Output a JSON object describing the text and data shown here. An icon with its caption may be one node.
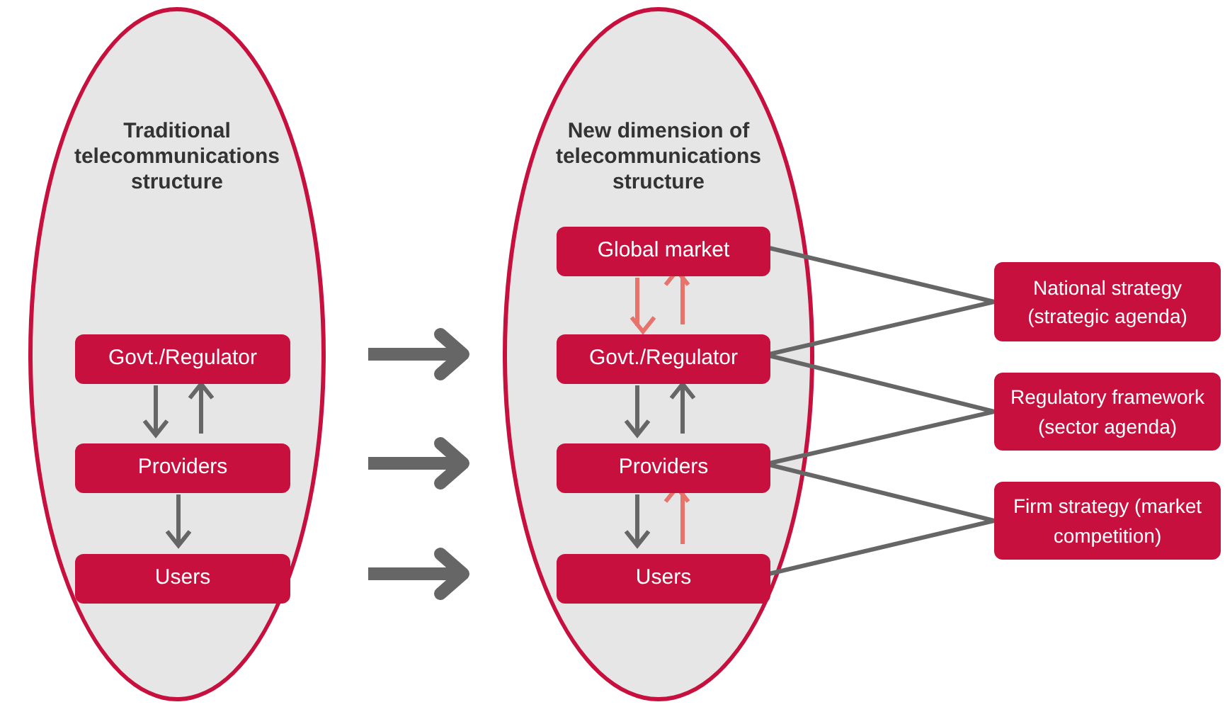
{
  "diagram": {
    "nodes": [
      {
        "text": [
          "Traditional telecommunications structure"
        ]
      },
      {
        "text": [
          "Govt./Regulator"
        ],
        "in": 0
      },
      {
        "text": [
          "Providers"
        ],
        "in": 0
      },
      {
        "text": [
          "Users"
        ],
        "in": 0
      },
      {
        "text": [
          "New dimension of telecommunications structure"
        ]
      },
      {
        "text": [
          "Global market"
        ],
        "in": 4
      },
      {
        "text": [
          "Govt./Regulator"
        ],
        "in": 4
      },
      {
        "text": [
          "Providers"
        ],
        "in": 4
      },
      {
        "text": [
          "Users"
        ],
        "in": 4
      },
      {
        "text": [
          "National strategy (strategic agenda)"
        ]
      },
      {
        "text": [
          "Regulatory framework (sector agenda)"
        ]
      },
      {
        "text": [
          "Firm strategy (market competition)"
        ]
      }
    ],
    "edges": [
      {
        "from": 1,
        "to": 2,
        "arrow": "to"
      },
      {
        "from": 2,
        "to": 1,
        "arrow": "to"
      },
      {
        "from": 2,
        "to": 3,
        "arrow": "to"
      },
      {
        "from": 0,
        "to": 4,
        "arrow": "to",
        "style": "thick"
      },
      {
        "from": 0,
        "to": 4,
        "arrow": "to",
        "style": "thick"
      },
      {
        "from": 0,
        "to": 4,
        "arrow": "to",
        "style": "thick"
      },
      {
        "from": 5,
        "to": 6,
        "arrow": "to",
        "color": "#e8736b"
      },
      {
        "from": 6,
        "to": 5,
        "arrow": "to",
        "color": "#e8736b"
      },
      {
        "from": 6,
        "to": 7,
        "arrow": "to"
      },
      {
        "from": 7,
        "to": 6,
        "arrow": "to"
      },
      {
        "from": 7,
        "to": 8,
        "arrow": "to"
      },
      {
        "from": 8,
        "to": 7,
        "arrow": "to",
        "color": "#e8736b"
      },
      {
        "from": 5,
        "to": 9,
        "arrow": "none"
      },
      {
        "from": 6,
        "to": 9,
        "arrow": "none"
      },
      {
        "from": 6,
        "to": 10,
        "arrow": "none"
      },
      {
        "from": 7,
        "to": 10,
        "arrow": "none"
      },
      {
        "from": 7,
        "to": 11,
        "arrow": "none"
      },
      {
        "from": 8,
        "to": 11,
        "arrow": "none"
      }
    ]
  }
}
